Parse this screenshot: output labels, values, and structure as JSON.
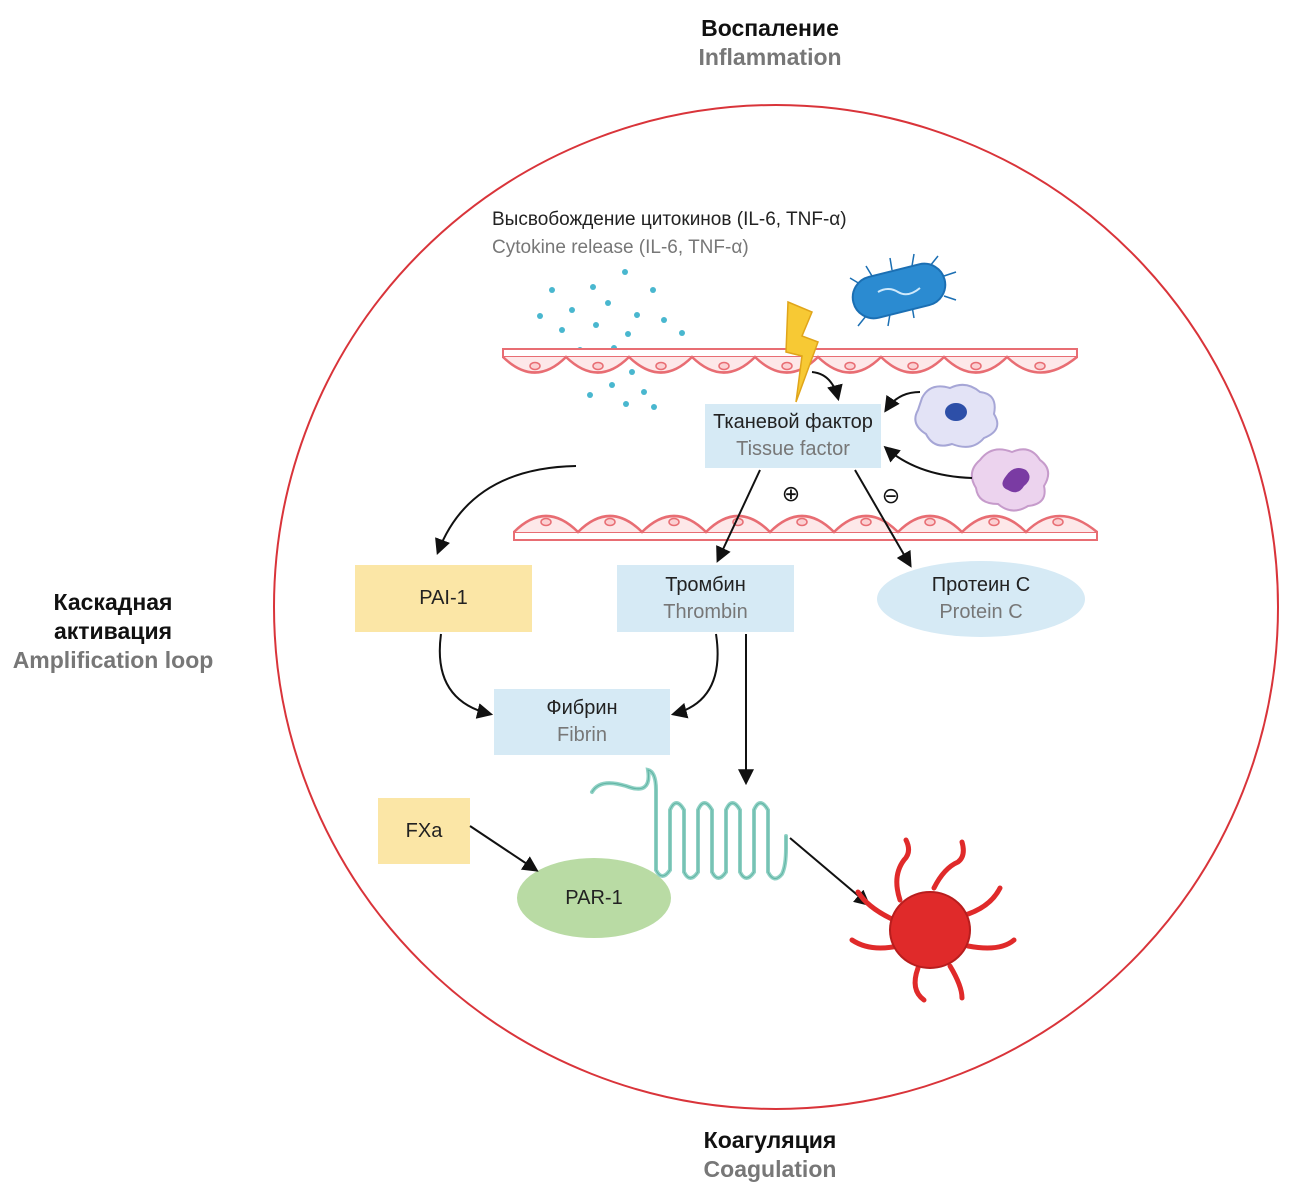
{
  "top": {
    "ru": "Воспаление",
    "en": "Inflammation"
  },
  "left": {
    "ru_line1": "Каскадная",
    "ru_line2": "активация",
    "en": "Amplification loop"
  },
  "bottom": {
    "ru": "Коагуляция",
    "en": "Coagulation"
  },
  "cytokines": {
    "ru": "Высвобождение цитокинов (IL-6, TNF-α)",
    "en": "Cytokine release (IL-6, TNF-α)"
  },
  "nodes": {
    "tissue_factor": {
      "ru": "Тканевой фактор",
      "en": "Tissue factor"
    },
    "pai1": {
      "label": "PAI-1"
    },
    "thrombin": {
      "ru": "Тромбин",
      "en": "Thrombin"
    },
    "protein_c": {
      "ru": "Протеин C",
      "en": "Protein C"
    },
    "fibrin": {
      "ru": "Фибрин",
      "en": "Fibrin"
    },
    "fxa": {
      "label": "FXa"
    },
    "par1": {
      "label": "PAR-1"
    }
  },
  "signs": {
    "plus": "⊕",
    "minus": "⊖"
  },
  "colors": {
    "circle": "#d9343a",
    "blue_box": "#d6eaf5",
    "yellow_box": "#fbe6a6",
    "green_ellipse": "#b9dba4",
    "vessel": "#e86d73",
    "receptor": "#8fd1c4",
    "platelet": "#e02a2a"
  }
}
